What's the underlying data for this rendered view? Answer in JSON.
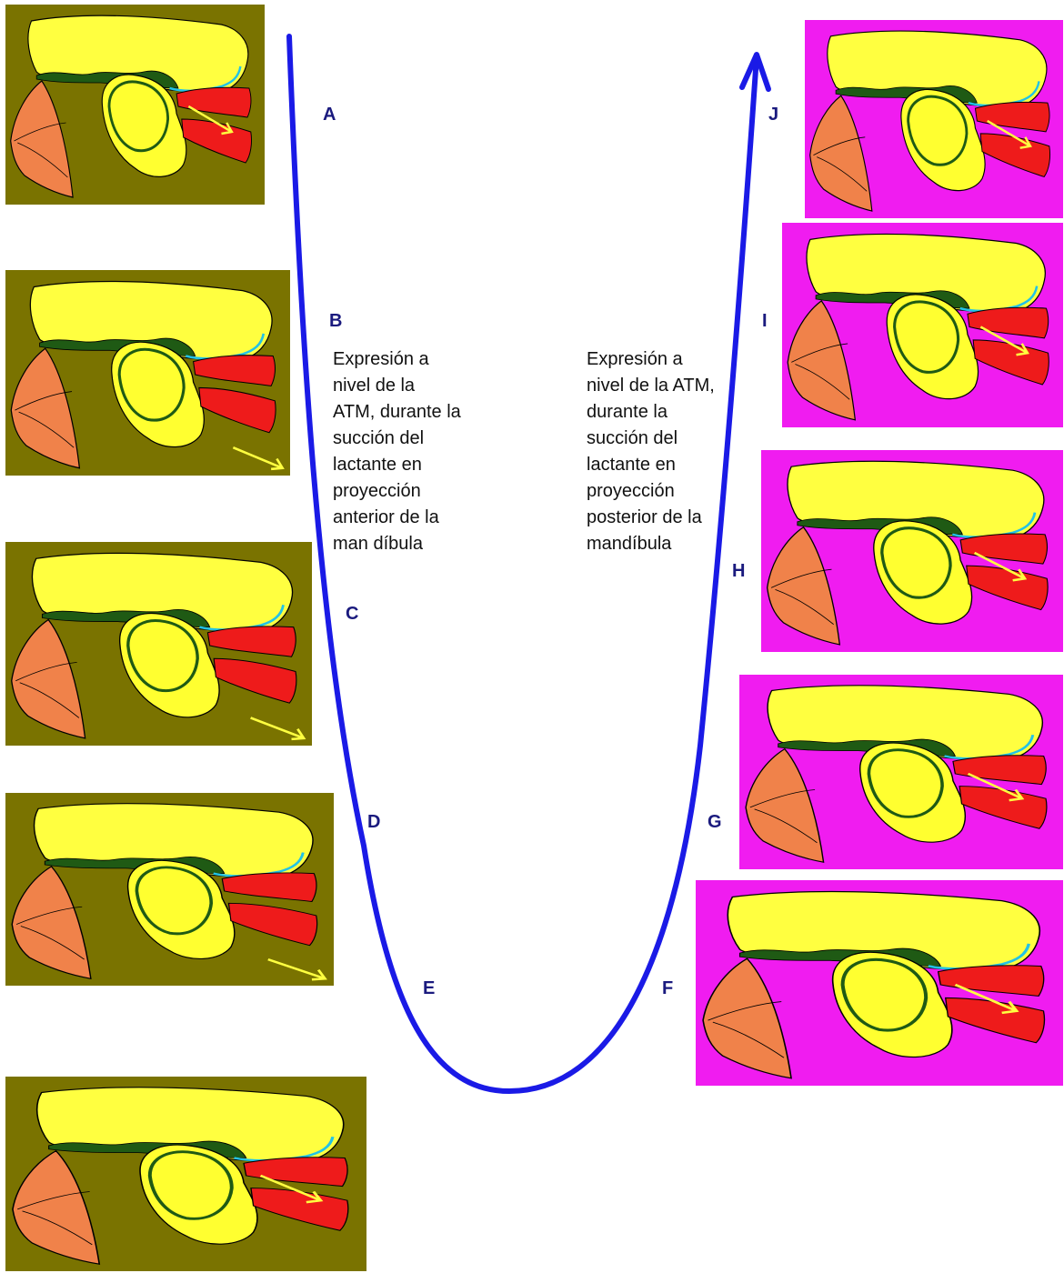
{
  "colors": {
    "olive_bg": "#7a7300",
    "magenta_bg": "#f01cf0",
    "cranial_bone": "#ffff40",
    "condyle": "#ffff30",
    "tongue_soft_tissue": "#f0824a",
    "muscle": "#ee1b1b",
    "disc_ligament": "#1f5a14",
    "retrodiscal": "#22c3e6",
    "arrow_yellow": "#ffff40",
    "curve_blue": "#1a1ae6",
    "letters": "#1a1a7e"
  },
  "labels": {
    "A": "A",
    "B": "B",
    "C": "C",
    "D": "D",
    "E": "E",
    "F": "F",
    "G": "G",
    "H": "H",
    "I": "I",
    "J": "J"
  },
  "captions": {
    "left": "Expresión a\nnivel de la\nATM, durante la\nsucción del\nlactante en\nproyección\nanterior de la\nman díbula",
    "right": "Expresión a\nnivel de la ATM,\ndurante la\nsucción del\nlactante en\nproyección\nposterior de la\nmandíbula"
  },
  "panels": [
    {
      "id": "left-1",
      "bg": "olive",
      "arrow": "in-muscle"
    },
    {
      "id": "left-2",
      "bg": "olive",
      "arrow": "outside"
    },
    {
      "id": "left-3",
      "bg": "olive",
      "arrow": "outside"
    },
    {
      "id": "left-4",
      "bg": "olive",
      "arrow": "outside"
    },
    {
      "id": "left-5",
      "bg": "olive",
      "arrow": "in-muscle"
    },
    {
      "id": "right-1",
      "bg": "magenta",
      "arrow": "in-muscle"
    },
    {
      "id": "right-2",
      "bg": "magenta",
      "arrow": "in-muscle"
    },
    {
      "id": "right-3",
      "bg": "magenta",
      "arrow": "in-muscle"
    },
    {
      "id": "right-4",
      "bg": "magenta",
      "arrow": "in-muscle"
    },
    {
      "id": "right-5",
      "bg": "magenta",
      "arrow": "in-muscle"
    }
  ]
}
